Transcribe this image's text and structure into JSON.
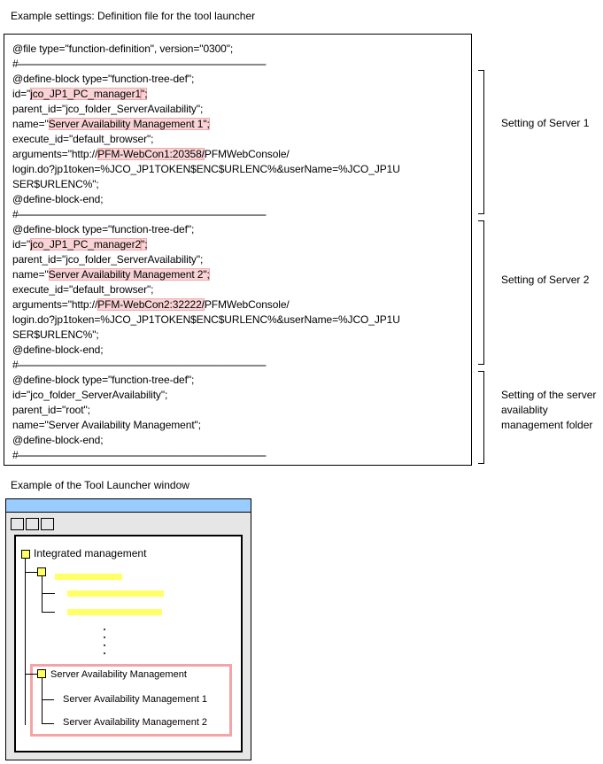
{
  "captions": {
    "definition_title": "Example settings: Definition file for the tool launcher",
    "window_title": "Example of the Tool Launcher window"
  },
  "code": {
    "header": "@file type=\"function-definition\", version=\"0300\";",
    "separator": "#------------------------------------------------------------------------------------------------------------",
    "block1": {
      "define_block": "@define-block type=\"function-tree-def\";",
      "id_prefix": "id=\"",
      "id_value": "jco_JP1_PC_manager1",
      "id_suffix": "\";",
      "parent_id": "parent_id=\"jco_folder_ServerAvailability\";",
      "name_prefix": "name=\"",
      "name_value": "Server Availability Management 1\";",
      "execute_id": "execute_id=\"default_browser\";",
      "args_prefix": "arguments=\"http://",
      "args_host": "PFM-WebCon1:20358/",
      "args_suffix": "PFMWebConsole/",
      "login_line": "login.do?jp1token=%JCO_JP1TOKEN$ENC$URLENC%&userName=%JCO_JP1U",
      "user_line": "SER$URLENC%\";",
      "end": "@define-block-end;"
    },
    "block2": {
      "define_block": "@define-block type=\"function-tree-def\";",
      "id_prefix": "id=\"",
      "id_value": "jco_JP1_PC_manager2",
      "id_suffix": "\";",
      "parent_id": "parent_id=\"jco_folder_ServerAvailability\";",
      "name_prefix": "name=\"",
      "name_value": "Server Availability Management 2\";",
      "execute_id": "execute_id=\"default_browser\";",
      "args_prefix": "arguments=\"http://",
      "args_host": "PFM-WebCon2:32222/",
      "args_suffix": "PFMWebConsole/",
      "login_line": "login.do?jp1token=%JCO_JP1TOKEN$ENC$URLENC%&userName=%JCO_JP1U",
      "user_line": "SER$URLENC%\";",
      "end": "@define-block-end;"
    },
    "block3": {
      "define_block": "@define-block type=\"function-tree-def\";",
      "id": "id=\"jco_folder_ServerAvailability\";",
      "parent_id": "parent_id=\"root\";",
      "name": "name=\"Server Availability Management\";",
      "end": "@define-block-end;"
    }
  },
  "side_labels": {
    "server1": "Setting of Server 1",
    "server2": "Setting of Server 2",
    "folder": "Setting of the server availablity management folder"
  },
  "tree": {
    "root": "Integrated management",
    "folder": "Server Availability Management",
    "child1": "Server Availability Management 1",
    "child2": "Server Availability Management 2"
  },
  "colors": {
    "highlight": "#f9d4d6",
    "highlight_box": "#f4a4a8",
    "node_yellow": "#ffff66",
    "titlebar": "#99ccff"
  }
}
